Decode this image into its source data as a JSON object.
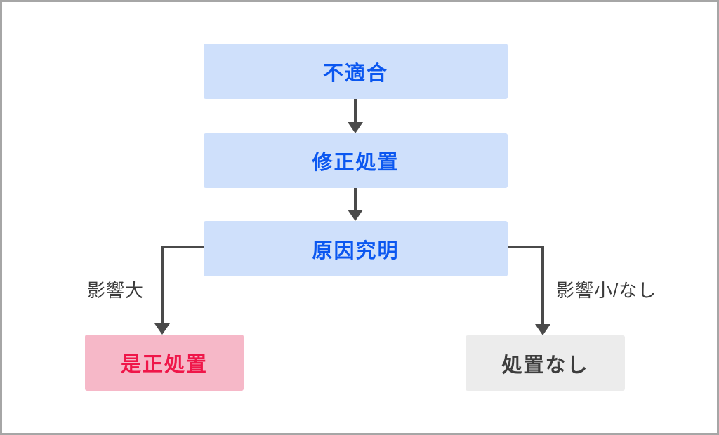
{
  "diagram": {
    "nodes": {
      "nonconformity": {
        "label": "不適合"
      },
      "correction": {
        "label": "修正処置"
      },
      "root_cause": {
        "label": "原因究明"
      },
      "corrective_action": {
        "label": "是正処置"
      },
      "no_action": {
        "label": "処置なし"
      }
    },
    "branch_labels": {
      "left": "影響大",
      "right": "影響小/なし"
    },
    "edges": [
      {
        "from": "nonconformity",
        "to": "correction"
      },
      {
        "from": "correction",
        "to": "root_cause"
      },
      {
        "from": "root_cause",
        "to": "corrective_action",
        "label": "影響大"
      },
      {
        "from": "root_cause",
        "to": "no_action",
        "label": "影響小/なし"
      }
    ],
    "colors": {
      "node_fill_blue": "#cfe0fb",
      "node_text_blue": "#0b57f0",
      "node_fill_pink": "#f6b8c8",
      "node_text_red": "#ef1649",
      "node_fill_gray": "#ececec",
      "node_text_dark": "#3d3d3d",
      "arrow": "#4a4a4a",
      "canvas_border": "#a6a6a6"
    }
  }
}
